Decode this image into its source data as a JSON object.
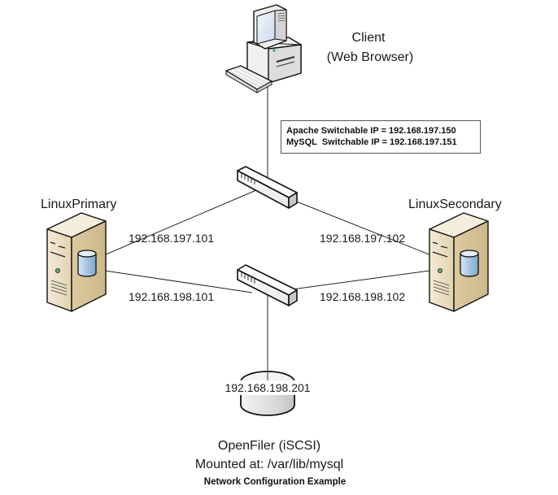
{
  "nodes": {
    "client": {
      "label_line1": "Client",
      "label_line2": "(Web Browser)",
      "icon": "desktop-computer-icon"
    },
    "linux_primary": {
      "label": "LinuxPrimary",
      "icon": "server-tower-icon"
    },
    "linux_secondary": {
      "label": "LinuxSecondary",
      "icon": "server-tower-icon"
    },
    "openfiler": {
      "label_line1": "OpenFiler (iSCSI)",
      "label_line2": "Mounted at: /var/lib/mysql",
      "icon": "storage-disk-icon"
    },
    "switch_197": {
      "icon": "network-switch-icon"
    },
    "switch_198": {
      "icon": "network-switch-icon"
    }
  },
  "ip_labels": {
    "primary_197": "192.168.197.101",
    "secondary_197": "192.168.197.102",
    "primary_198": "192.168.198.101",
    "secondary_198": "192.168.198.102",
    "openfiler_198": "192.168.198.201"
  },
  "switchable_ips": {
    "apache": "Apache Switchable IP = 192.168.197.150",
    "mysql": "MySQL  Switchable IP = 192.168.197.151"
  },
  "caption": "Network Configuration Example",
  "colors": {
    "server_body": "#e8dcc0",
    "server_side": "#d6c49c",
    "disk_blue": "#a9c8e6",
    "line": "#222222"
  }
}
